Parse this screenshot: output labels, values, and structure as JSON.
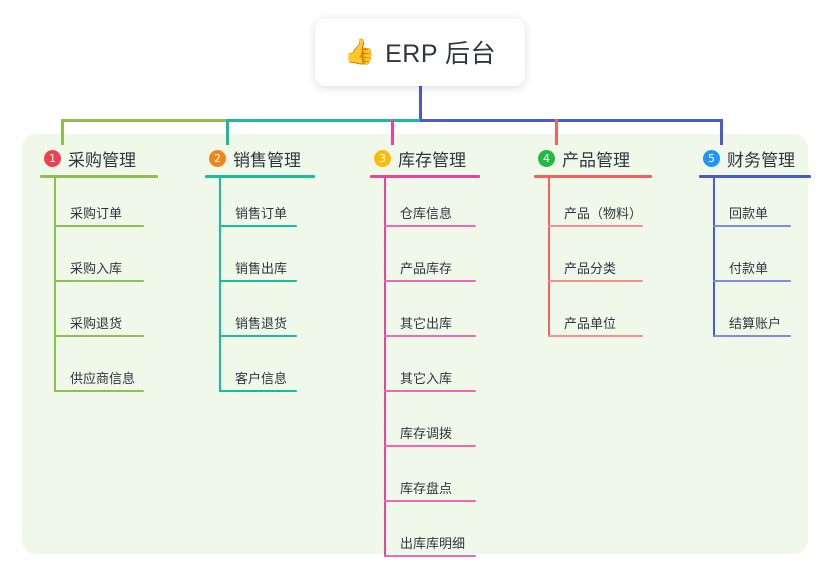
{
  "title": {
    "icon": "thumbs-up-icon",
    "emoji": "👍",
    "text": "ERP 后台"
  },
  "panel": {
    "background": "#eff8e9"
  },
  "connector": {
    "trunk_color": "#4a5ac8",
    "bus_segments": [
      {
        "color": "#8cc152"
      },
      {
        "color": "#1abc9c"
      },
      {
        "color": "#4a5ac8"
      }
    ]
  },
  "columns": [
    {
      "index": "1",
      "badge_color": "#ef4056",
      "line_color": "#8cc152",
      "rule_color": "#8cc152",
      "title": "采购管理",
      "items": [
        {
          "label": "采购订单"
        },
        {
          "label": "采购入库"
        },
        {
          "label": "采购退货"
        },
        {
          "label": "供应商信息"
        }
      ]
    },
    {
      "index": "2",
      "badge_color": "#f0861b",
      "line_color": "#1abc9c",
      "rule_color": "#1abc9c",
      "title": "销售管理",
      "items": [
        {
          "label": "销售订单"
        },
        {
          "label": "销售出库"
        },
        {
          "label": "销售退货"
        },
        {
          "label": "客户信息"
        }
      ]
    },
    {
      "index": "3",
      "badge_color": "#fbbd08",
      "line_color": "#e8449b",
      "rule_color": "#ec6ab0",
      "title": "库存管理",
      "items": [
        {
          "label": "仓库信息"
        },
        {
          "label": "产品库存"
        },
        {
          "label": "其它出库"
        },
        {
          "label": "其它入库"
        },
        {
          "label": "库存调拨"
        },
        {
          "label": "库存盘点"
        },
        {
          "label": "出库库明细"
        }
      ]
    },
    {
      "index": "4",
      "badge_color": "#21ba45",
      "line_color": "#f4615f",
      "rule_color": "#f6908e",
      "title": "产品管理",
      "items": [
        {
          "label": "产品（物料）"
        },
        {
          "label": "产品分类"
        },
        {
          "label": "产品单位"
        }
      ]
    },
    {
      "index": "5",
      "badge_color": "#2196f3",
      "line_color": "#4a5ac8",
      "rule_color": "#7f8ddb",
      "title": "财务管理",
      "items": [
        {
          "label": "回款单"
        },
        {
          "label": "付款单"
        },
        {
          "label": "结算账户"
        }
      ]
    }
  ]
}
